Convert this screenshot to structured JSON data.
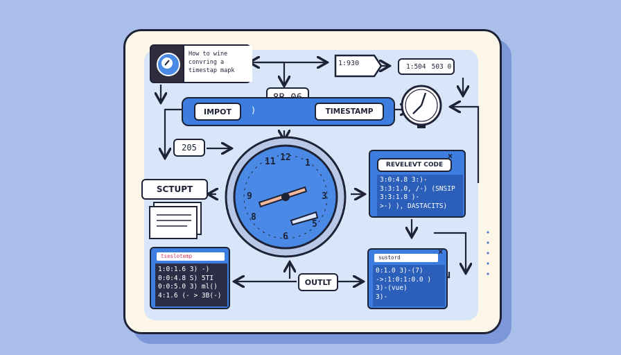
{
  "title_card": {
    "line1": "How to wine",
    "line2": "convring a",
    "line3": "timestap mapk"
  },
  "top_chips": {
    "chip_left": "1:930",
    "chip_right_a": "1:504",
    "chip_right_b": "503 0"
  },
  "import_bar": {
    "left_label": "IMPOT",
    "left_glyph": ")",
    "center_value": "8B.06",
    "right_label": "TIMESTAMP"
  },
  "small_box": {
    "value": "205"
  },
  "output_doc": {
    "label": "SCTUPT"
  },
  "clock_numbers": [
    "11",
    "12",
    "1",
    "3",
    "9",
    "8",
    "5",
    "6"
  ],
  "relevant_code": {
    "title": "REVELEVT CODE",
    "close": "×",
    "lines": [
      "3:0:4.8 3:)-",
      "3:3:1.0, /-) (SNSIP",
      "3:3:1.8 )-",
      ">-) ), DASTACITS)"
    ]
  },
  "left_code": {
    "tag": "tseslotemp",
    "lines": [
      "1:0:1.6 3) -)",
      "0:0:4.8 S) 5TI",
      "0:0:5.0 3) ml()",
      "4:1.6 (- > 3B(-)"
    ]
  },
  "right_code": {
    "tag": "sustord",
    "close": "×",
    "lines": [
      "0:1.0 3)-(7)",
      "->:1:0:1:0.0 )",
      "3)-(vue)",
      "3)-"
    ]
  },
  "output_label": {
    "text": "OUTLT"
  },
  "colors": {
    "background": "#a9bfe9",
    "board": "#fbf6e8",
    "panel": "#3d7ddf",
    "ink": "#1d2237",
    "hand": "#f3b89d"
  }
}
